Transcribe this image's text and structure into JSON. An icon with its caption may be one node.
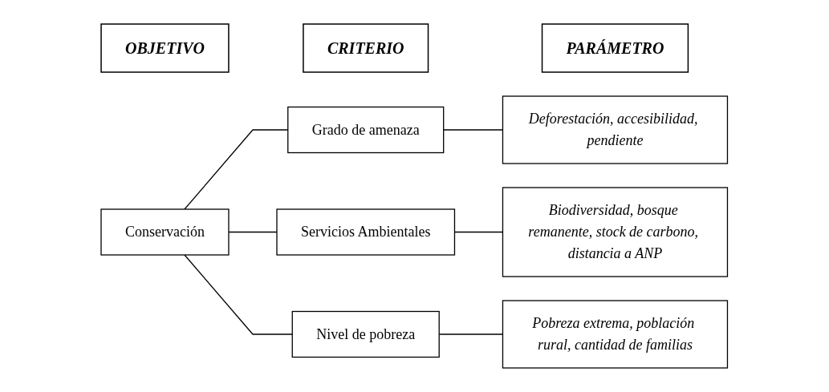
{
  "diagram": {
    "nodes": [
      {
        "text": [
          "OBJETIVO"
        ]
      },
      {
        "text": [
          "CRITERIO"
        ]
      },
      {
        "text": [
          "PARÁMETRO"
        ]
      },
      {
        "text": [
          "Conservación"
        ]
      },
      {
        "text": [
          "Grado de amenaza"
        ]
      },
      {
        "text": [
          "Servicios Ambientales"
        ]
      },
      {
        "text": [
          "Nivel de pobreza"
        ]
      },
      {
        "text": [
          "Deforestación, accesibilidad, pendiente"
        ]
      },
      {
        "text": [
          "Biodiversidad, bosque remanente, stock de carbono, distancia a ANP"
        ]
      },
      {
        "text": [
          "Pobreza extrema, población rural, cantidad de familias"
        ]
      }
    ],
    "edges": [
      {
        "from": 3,
        "to": 4,
        "arrow": "none"
      },
      {
        "from": 3,
        "to": 5,
        "arrow": "none"
      },
      {
        "from": 3,
        "to": 6,
        "arrow": "none"
      },
      {
        "from": 4,
        "to": 7,
        "arrow": "none"
      },
      {
        "from": 5,
        "to": 8,
        "arrow": "none"
      },
      {
        "from": 6,
        "to": 9,
        "arrow": "none"
      }
    ]
  }
}
